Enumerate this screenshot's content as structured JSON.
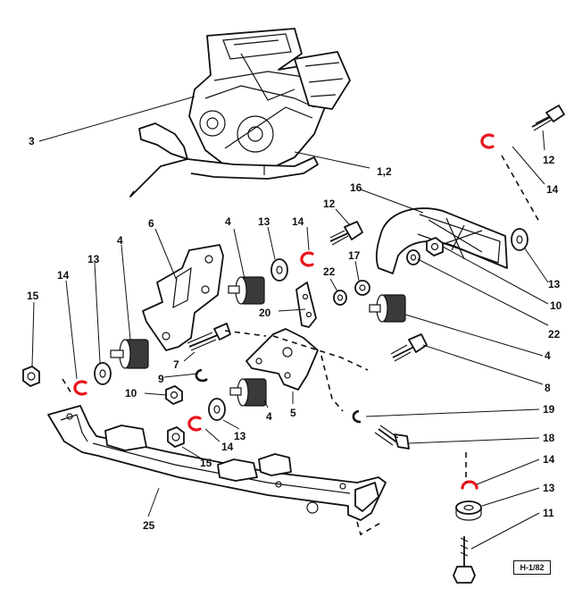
{
  "highlight_color": "#e8141c",
  "ink_color": "#111111",
  "stamp": "H-1/82",
  "labels": {
    "l3": "3",
    "l12a": "1,2",
    "l12_top": "12",
    "l14_top": "14",
    "l16": "16",
    "l12_mid": "12",
    "l14_mid": "14",
    "l13_top": "13",
    "l4_top": "4",
    "l6": "6",
    "l4_left": "4",
    "l13_left": "13",
    "l14_left": "14",
    "l15_left": "15",
    "l22_mid": "22",
    "l17": "17",
    "l20": "20",
    "l13_right": "13",
    "l10_right": "10",
    "l22_right": "22",
    "l4_right": "4",
    "l8": "8",
    "l7": "7",
    "l9": "9",
    "l10_left": "10",
    "l5": "5",
    "l4_low": "4",
    "l13_low": "13",
    "l14_low": "14",
    "l15_low": "15",
    "l19": "19",
    "l18": "18",
    "l14_br": "14",
    "l13_br": "13",
    "l11": "11",
    "l25": "25"
  }
}
